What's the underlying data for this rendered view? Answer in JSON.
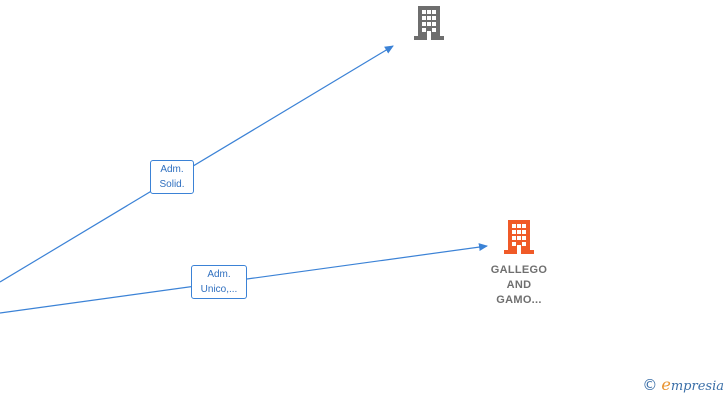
{
  "edges": [
    {
      "id": "edge-1",
      "label_lines": [
        "Adm.",
        "Solid."
      ]
    },
    {
      "id": "edge-2",
      "label_lines": [
        "Adm.",
        "Unico,..."
      ]
    }
  ],
  "nodes": [
    {
      "id": "company-top",
      "icon": "building-icon",
      "color": "#6e6e6e",
      "name_lines": []
    },
    {
      "id": "company-gallego",
      "icon": "building-icon",
      "color": "#f05a28",
      "name_lines": [
        "GALLEGO",
        "AND",
        "GAMO..."
      ]
    }
  ],
  "colors": {
    "edge": "#3b82d6",
    "label_text": "#2f6fbf",
    "node_text": "#6f6f6f",
    "brand": "#3b6fa8",
    "brand_accent": "#e8922e"
  },
  "watermark": {
    "copyright_symbol": "©",
    "brand_first_letter": "e",
    "brand_rest": "mpresia"
  }
}
